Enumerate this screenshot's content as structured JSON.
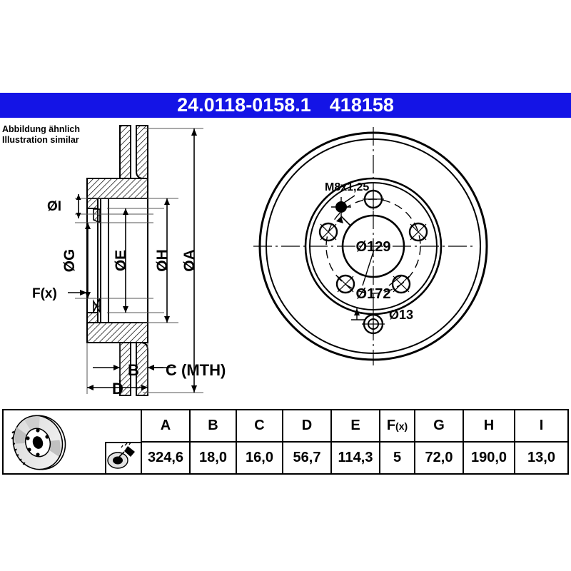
{
  "header": {
    "part_number": "24.0118-0158.1",
    "article_number": "418158",
    "bar_color": "#1414e6",
    "text_color": "#ffffff"
  },
  "note": {
    "line_de": "Abbildung ähnlich",
    "line_en": "Illustration similar"
  },
  "drawing": {
    "section_view": {
      "labels": [
        {
          "id": "I",
          "text": "ØI"
        },
        {
          "id": "G",
          "text": "ØG"
        },
        {
          "id": "E",
          "text": "ØE"
        },
        {
          "id": "H",
          "text": "ØH"
        },
        {
          "id": "A",
          "text": "ØA"
        },
        {
          "id": "Fx",
          "text": "F(x)"
        },
        {
          "id": "B",
          "text": "B"
        },
        {
          "id": "C",
          "text": "C (MTH)"
        },
        {
          "id": "D",
          "text": "D"
        }
      ]
    },
    "face_view": {
      "annotations": [
        {
          "id": "thread",
          "text": "M8x1,25"
        },
        {
          "id": "center_bore",
          "text": "Ø129"
        },
        {
          "id": "bolt_circle",
          "text": "Ø172"
        },
        {
          "id": "bolt_hole",
          "text": "Ø13"
        }
      ],
      "bolt_holes": 5
    }
  },
  "spec_table": {
    "columns": [
      "A",
      "B",
      "C",
      "D",
      "E",
      "F(x)",
      "G",
      "H",
      "I"
    ],
    "fx_label_main": "F",
    "fx_label_sub": "(x)",
    "values": [
      "324,6",
      "18,0",
      "16,0",
      "56,7",
      "114,3",
      "5",
      "72,0",
      "190,0",
      "13,0"
    ],
    "thumbnails": [
      {
        "id": "disc-3d",
        "name": "brake-disc-3d-thumbnail"
      },
      {
        "id": "coating",
        "name": "coating-spray-thumbnail"
      }
    ]
  }
}
